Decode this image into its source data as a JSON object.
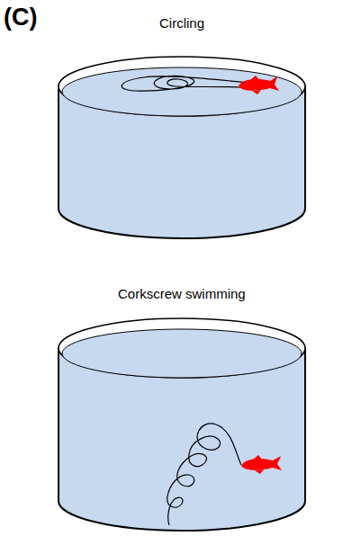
{
  "diagram": {
    "labels": [
      "(C)",
      "Circling",
      "Corkscrew swimming"
    ]
  }
}
